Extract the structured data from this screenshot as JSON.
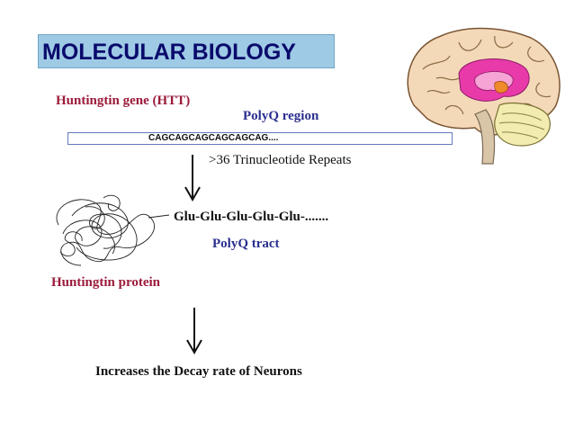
{
  "title": "MOLECULAR BIOLOGY",
  "gene_label": "Huntingtin gene (HTT)",
  "polyq_region_label": "PolyQ region",
  "sequence": "CAGCAGCAGCAGCAGCAG....",
  "repeats_label": ">36 Trinucleotide Repeats",
  "amino_chain": "Glu-Glu-Glu-Glu-Glu-.......",
  "polyq_tract_label": "PolyQ tract",
  "protein_label": "Huntingtin protein",
  "outcome_label": "Increases the Decay rate of Neurons",
  "colors": {
    "title_bg": "#9ecae6",
    "title_text": "#0a0a6b",
    "maroon": "#9b1b3a",
    "navy": "#2b2f8f"
  },
  "icons": [
    "brain-illustration",
    "protein-coil-illustration",
    "down-arrow-icon"
  ]
}
